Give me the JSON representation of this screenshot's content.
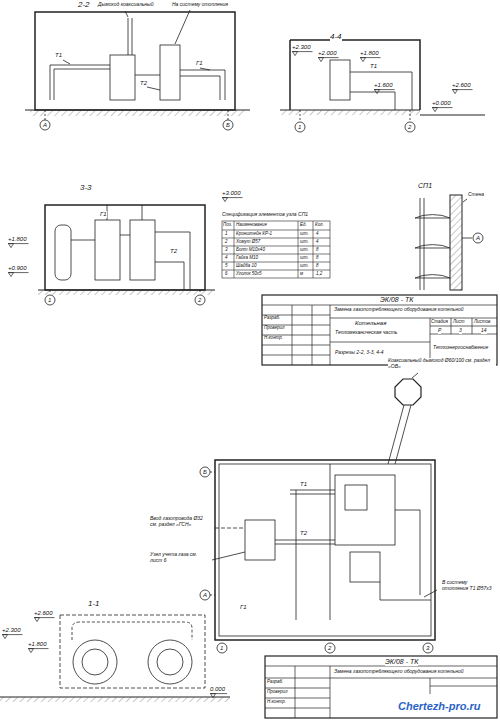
{
  "diagram": {
    "labels": [
      "2-2",
      "Дымоход коаксиальный",
      "На систему отопления",
      "Т1",
      "Т2",
      "Г1",
      "А",
      "Б",
      "4-4",
      "+2.300",
      "+2.600",
      "+2.000",
      "+1.800",
      "+1.600",
      "+0.000",
      "Т1",
      "1",
      "2",
      "3-3",
      "+3.000",
      "+1.800",
      "+0.900",
      "Г1",
      "Т2",
      "1",
      "2",
      "СП1",
      "Стена",
      "А",
      "Спецификация элементов узла СП1",
      "Поз.",
      "Наименование",
      "Ед.",
      "Кол.",
      "1",
      "Кронштейн КР-1",
      "шт.",
      "4",
      "2",
      "Хомут Ø57",
      "шт.",
      "4",
      "3",
      "Болт М10х40",
      "шт.",
      "8",
      "4",
      "Гайка М10",
      "шт.",
      "8",
      "5",
      "Шайба 10",
      "шт.",
      "8",
      "6",
      "Уголок 50х5",
      "м",
      "1,2",
      "ЭК/08 - ТК",
      "Замена газопотребляющего оборудования котельной",
      "Котельная",
      "Тепломеханическая часть",
      "Разрезы 2-2, 3-3, 4-4",
      "Стадия",
      "Лист",
      "Листов",
      "Р",
      "3",
      "14",
      "Разраб.",
      "Проверил",
      "Н.контр.",
      "Теплоэнергоснабжение",
      "Коаксиальный дымоход Ø60/100 см. раздел «ОВ»",
      "Ввод газопровода Ø32 см. раздел «ГСН»",
      "Узел учета газа см. лист 6",
      "В систему отопления Т1 Ø57х3",
      "Т1",
      "Т2",
      "Г1",
      "А",
      "Б",
      "1",
      "2",
      "3",
      "1-1",
      "+2.300",
      "+2.600",
      "+1.800",
      "0.000",
      "ЭК/08 - ТК",
      "Замена газопотребляющего оборудования котельной",
      "Разраб.",
      "Проверил",
      "Н.контр.",
      "Chertezh-pro.ru"
    ]
  }
}
